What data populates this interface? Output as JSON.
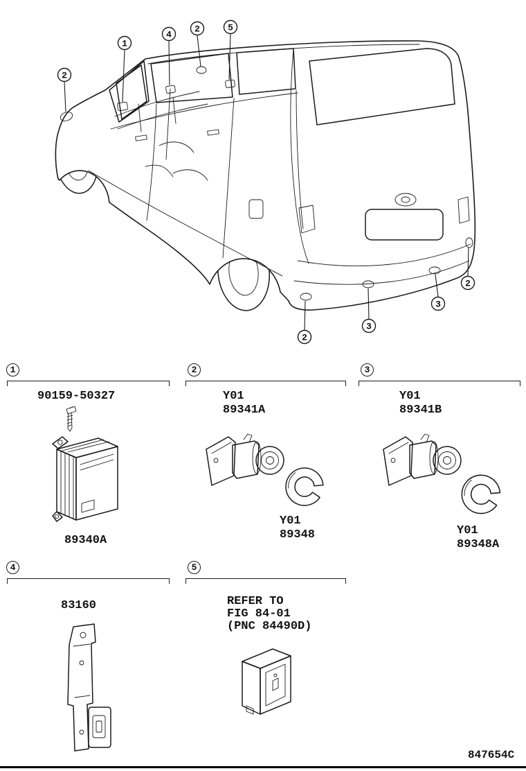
{
  "page": {
    "footer_code": "847654C"
  },
  "callouts": {
    "n1": "1",
    "n2": "2",
    "n3": "3",
    "n4": "4",
    "n5": "5"
  },
  "sections": {
    "s1": {
      "num": "1",
      "part_number_top": "90159-50327",
      "part_number_bottom": "89340A"
    },
    "s2": {
      "num": "2",
      "sensor_line1": "Y01",
      "sensor_line2": "89341A",
      "retainer_line1": "Y01",
      "retainer_line2": "89348"
    },
    "s3": {
      "num": "3",
      "sensor_line1": "Y01",
      "sensor_line2": "89341B",
      "retainer_line1": "Y01",
      "retainer_line2": "89348A"
    },
    "s4": {
      "num": "4",
      "part_number": "83160"
    },
    "s5": {
      "num": "5",
      "note_line1": "REFER TO",
      "note_line2": "FIG 84-01",
      "note_line3": "(PNC 84490D)"
    }
  }
}
